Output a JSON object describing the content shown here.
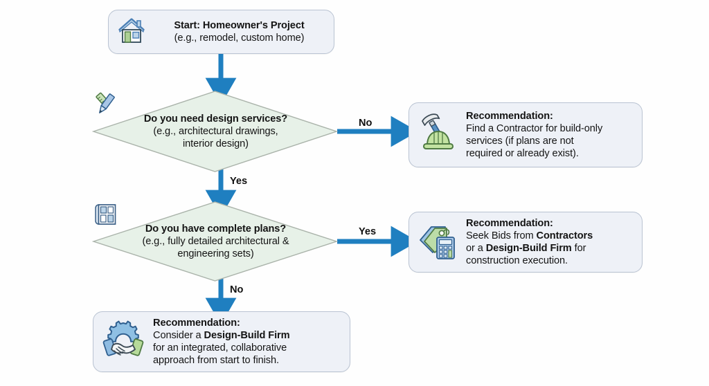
{
  "diagram": {
    "title": "Homeowner Project Decision Flowchart",
    "background": "#fefefe",
    "colors": {
      "arrow": "#1f7fc0",
      "node_fill": "#eef1f7",
      "node_border": "#b9c3d2",
      "diamond_fill": "#e7f1e8",
      "diamond_border": "#aab3aa",
      "icon_blue": "#5b8fc9",
      "icon_green": "#a8d08d",
      "text": "#141414"
    }
  },
  "nodes": {
    "start": {
      "id": "start",
      "shape": "rounded-rect",
      "icon": "house-icon",
      "title": "Start: Homeowner's Project",
      "subtitle": "(e.g., remodel, custom home)"
    },
    "decision_design": {
      "id": "decision_design",
      "shape": "diamond",
      "icon": "ruler-pencil-icon",
      "question": "Do you need design services?",
      "detail_line1": "(e.g., architectural drawings,",
      "detail_line2": "interior design)"
    },
    "rec_contractor": {
      "id": "rec_contractor",
      "shape": "rounded-rect",
      "icon": "hammer-hardhat-icon",
      "heading": "Recommendation:",
      "body_line1": "Find a Contractor for build-only",
      "body_line2": "services (if plans are not",
      "body_line3": "required or already exist)."
    },
    "decision_plans": {
      "id": "decision_plans",
      "shape": "diamond",
      "icon": "blueprint-icon",
      "question": "Do you have complete plans?",
      "detail_line1": "(e.g., fully detailed architectural &",
      "detail_line2": "engineering sets)"
    },
    "rec_bids": {
      "id": "rec_bids",
      "shape": "rounded-rect",
      "icon": "pricetag-calculator-icon",
      "heading": "Recommendation:",
      "body_line1_pre": "Seek Bids from ",
      "body_line1_strong": "Contractors",
      "body_line2_pre": "or a ",
      "body_line2_strong": "Design-Build Firm",
      "body_line2_post": " for",
      "body_line3": "construction execution."
    },
    "rec_designbuild": {
      "id": "rec_designbuild",
      "shape": "rounded-rect",
      "icon": "gear-handshake-icon",
      "heading": "Recommendation:",
      "body_line1_pre": "Consider a ",
      "body_line1_strong": "Design-Build Firm",
      "body_line2": "for an integrated, collaborative",
      "body_line3": "approach from start to finish."
    }
  },
  "edges": [
    {
      "from": "start",
      "to": "decision_design",
      "label": "",
      "direction": "down"
    },
    {
      "from": "decision_design",
      "to": "rec_contractor",
      "label": "No",
      "direction": "right"
    },
    {
      "from": "decision_design",
      "to": "decision_plans",
      "label": "Yes",
      "direction": "down"
    },
    {
      "from": "decision_plans",
      "to": "rec_bids",
      "label": "Yes",
      "direction": "right"
    },
    {
      "from": "decision_plans",
      "to": "rec_designbuild",
      "label": "No",
      "direction": "down"
    }
  ],
  "edge_labels": {
    "design_no": "No",
    "design_yes": "Yes",
    "plans_yes": "Yes",
    "plans_no": "No"
  }
}
